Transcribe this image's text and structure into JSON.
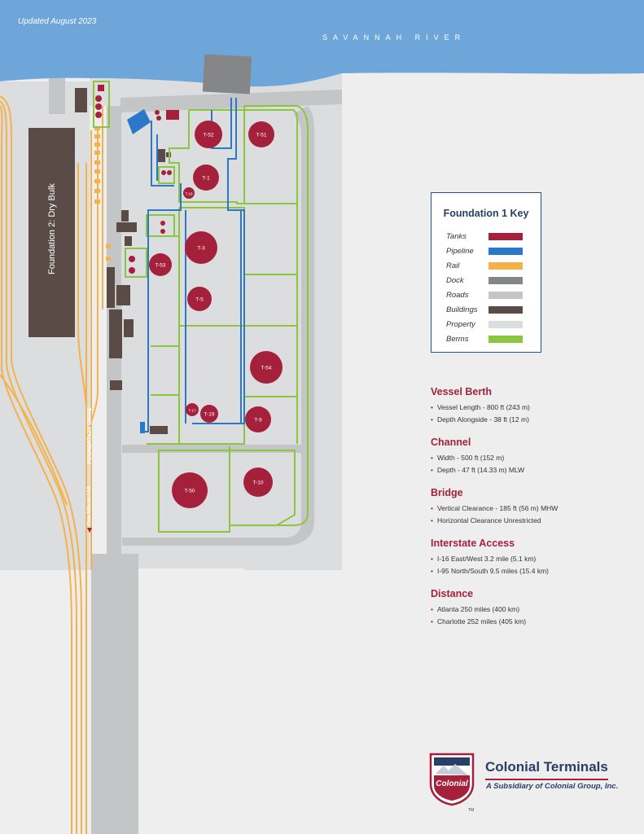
{
  "header": {
    "updated": "Updated August 2023",
    "river_label": "SAVANNAH RIVER"
  },
  "map_labels": {
    "dry_bulk": "Foundation 2: Dry Bulk",
    "road": "FOUNDATION DRIVE",
    "directions": "One Mile to I-16"
  },
  "tanks": [
    {
      "id": "T-52"
    },
    {
      "id": "T-51"
    },
    {
      "id": "T-1"
    },
    {
      "id": "T-18"
    },
    {
      "id": "T-3"
    },
    {
      "id": "T-53"
    },
    {
      "id": "T-5"
    },
    {
      "id": "T-54"
    },
    {
      "id": "T-17"
    },
    {
      "id": "T-19"
    },
    {
      "id": "T-9"
    },
    {
      "id": "T-50"
    },
    {
      "id": "T-10"
    }
  ],
  "key": {
    "title": "Foundation 1 Key",
    "items": [
      {
        "label": "Tanks",
        "color": "#a5213b"
      },
      {
        "label": "Pipeline",
        "color": "#2b77c9"
      },
      {
        "label": "Rail",
        "color": "#f6b24a"
      },
      {
        "label": "Dock",
        "color": "#858688"
      },
      {
        "label": "Roads",
        "color": "#c4c5c7"
      },
      {
        "label": "Buildings",
        "color": "#5b4b47"
      },
      {
        "label": "Property",
        "color": "#dcdddf"
      },
      {
        "label": "Berms",
        "color": "#8cc63f"
      }
    ]
  },
  "facts": [
    {
      "title": "Vessel Berth",
      "items": [
        "Vessel Length - 800 ft (243 m)",
        "Depth Alongside - 38 ft (12 m)"
      ]
    },
    {
      "title": "Channel",
      "items": [
        "Width - 500 ft (152 m)",
        "Depth - 47 ft (14.33 m) MLW"
      ]
    },
    {
      "title": "Bridge",
      "items": [
        "Vertical Clearance - 185 ft (56 m) MHW",
        "Horizontal Clearance Unrestricted"
      ]
    },
    {
      "title": "Interstate Access",
      "items": [
        "I-16 East/West 3.2 mile (5.1 km)",
        "I-95 North/South 9.5 miles (15.4 km)"
      ]
    },
    {
      "title": "Distance",
      "items": [
        "Atlanta 250 miles (400 km)",
        "Charlotte 252 miles (405 km)"
      ]
    }
  ],
  "brand": {
    "logo_text": "Colonial",
    "name": "Colonial Terminals",
    "tagline": "A Subsidiary of Colonial Group, Inc.",
    "trademark": "TM"
  },
  "colors": {
    "river": "#6fa6da",
    "tank": "#a5213b",
    "pipeline": "#2b77c9",
    "rail": "#f6b24a",
    "dock": "#858688",
    "road": "#c4c5c7",
    "building": "#5b4b47",
    "property": "#dcdddf",
    "berm": "#8cc63f",
    "navy": "#2a3f66"
  }
}
